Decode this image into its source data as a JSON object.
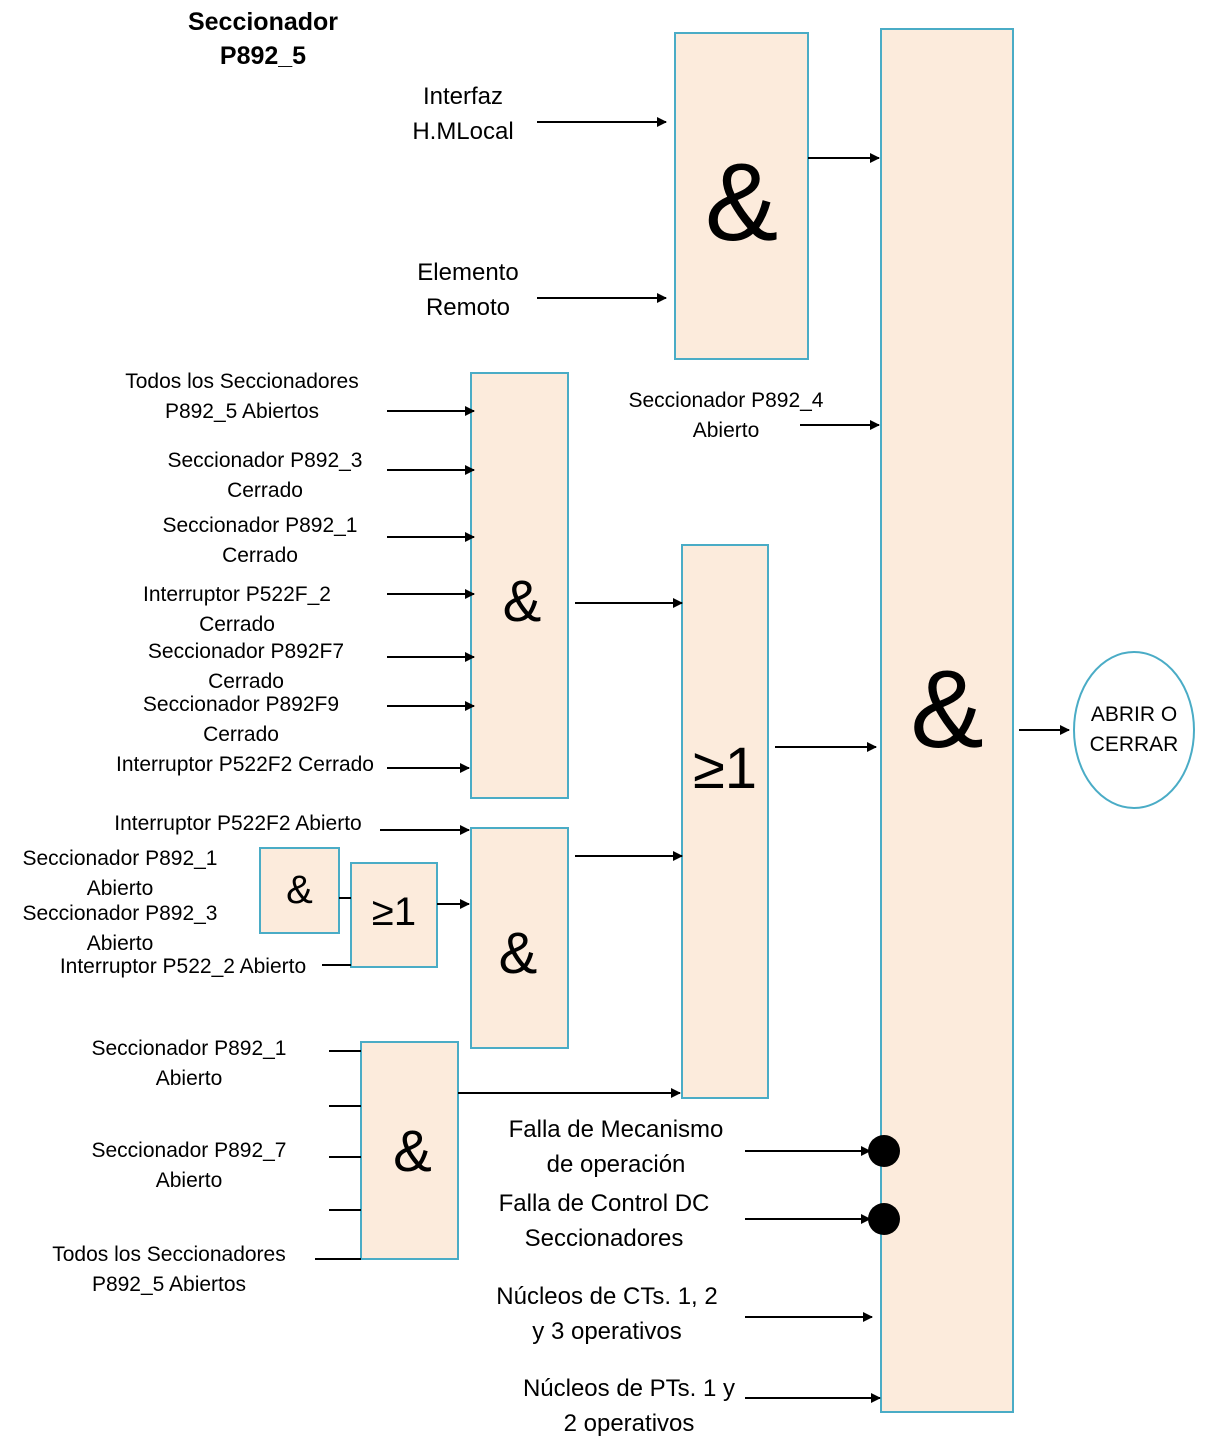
{
  "title": [
    "Seccionador",
    "P892_5"
  ],
  "colors": {
    "gate_fill": "#fcebdc",
    "gate_border": "#4aacc6",
    "wire": "#000000"
  },
  "gates": {
    "and_top": "&",
    "and_main": "&",
    "and_mid": "&",
    "or_mid": "≥1",
    "and_small": "&",
    "or_small": "≥1",
    "and_low": "&",
    "and_bottom": "&"
  },
  "output": {
    "line1": "ABRIR O",
    "line2": "CERRAR"
  },
  "labels": {
    "interfaz": [
      "Interfaz",
      "H.MLocal"
    ],
    "elemento": [
      "Elemento",
      "Remoto"
    ],
    "p892_4": [
      "Seccionador P892_4",
      "Abierto"
    ],
    "todos_1": [
      "Todos los Seccionadores",
      "P892_5 Abiertos"
    ],
    "p892_3c": [
      "Seccionador P892_3",
      "Cerrado"
    ],
    "p892_1c": [
      "Seccionador P892_1",
      "Cerrado"
    ],
    "p522f_2c": [
      "Interruptor P522F_2",
      "Cerrado"
    ],
    "p892f7c": [
      "Seccionador P892F7",
      "Cerrado"
    ],
    "p892f9c": [
      "Seccionador P892F9",
      "Cerrado"
    ],
    "p522f2c": [
      "Interruptor P522F2 Cerrado"
    ],
    "p522f2a": [
      "Interruptor P522F2 Abierto"
    ],
    "p892_1a_mid": [
      "Seccionador P892_1",
      "Abierto"
    ],
    "p892_3a_mid": [
      "Seccionador P892_3",
      "Abierto"
    ],
    "p522_2a": [
      "Interruptor P522_2 Abierto"
    ],
    "p892_1a_low": [
      "Seccionador P892_1",
      "Abierto"
    ],
    "p892_7a": [
      "Seccionador P892_7",
      "Abierto"
    ],
    "todos_2": [
      "Todos los Seccionadores",
      "P892_5 Abiertos"
    ],
    "falla_mec": [
      "Falla de Mecanismo",
      "de operación"
    ],
    "falla_dc": [
      "Falla de Control DC",
      "Seccionadores"
    ],
    "cts": [
      "Núcleos de CTs. 1, 2",
      "y 3 operativos"
    ],
    "pts": [
      "Núcleos de PTs. 1 y",
      "2 operativos"
    ]
  }
}
